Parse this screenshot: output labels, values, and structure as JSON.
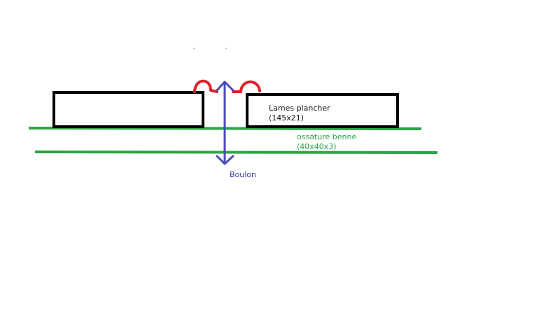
{
  "labels": {
    "lames_name": "Lames plancher",
    "lames_dim": "(145x21)",
    "ossature_name": "ossature benne",
    "ossature_dim": "(40x40x3)",
    "boulon": "Boulon"
  },
  "colors": {
    "plank_stroke": "#000000",
    "frame": "#2ca345",
    "bolt": "#4a4ab8",
    "washer": "#e0202a",
    "background": "#ffffff"
  }
}
